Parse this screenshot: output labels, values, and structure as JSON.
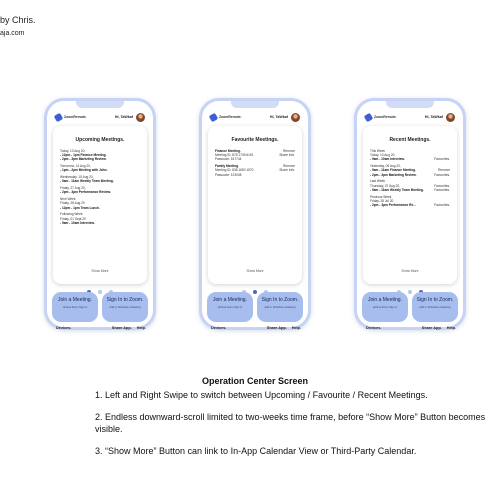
{
  "credit": "by Chris.",
  "credit_sub": "aja.com",
  "phones": [
    {
      "logo": "ZoomRemote.",
      "user": "Hi, TaWkaf",
      "title": "Upcoming Meetings.",
      "rows": [
        {
          "left": "Today, 13 Aug 20,",
          "right": "",
          "bold": false
        },
        {
          "left": "- 12pm - 1pm Finance Meeting.",
          "right": "",
          "bold": true
        },
        {
          "left": "- 2pm - 3pm  Marketing Review.",
          "right": "",
          "bold": true
        },
        {
          "left": "",
          "right": "",
          "bold": false
        },
        {
          "left": "Tomorrow, 14 Aug 20,",
          "right": "",
          "bold": false
        },
        {
          "left": "- 1pm - 2pm Meeting with John.",
          "right": "",
          "bold": true
        },
        {
          "left": "",
          "right": "",
          "bold": false
        },
        {
          "left": "Wednesday, 15 Aug 20,",
          "right": "",
          "bold": false
        },
        {
          "left": "- 9am - 11am  Weekly Team Meeting.",
          "right": "",
          "bold": true
        },
        {
          "left": "",
          "right": "",
          "bold": false
        },
        {
          "left": "Friday, 27 Aug 20,",
          "right": "",
          "bold": false
        },
        {
          "left": "- 2pm - 3pm  Performance Review.",
          "right": "",
          "bold": true
        },
        {
          "left": "",
          "right": "",
          "bold": false
        },
        {
          "left": "Next Week",
          "right": "",
          "bold": false
        },
        {
          "left": "Friday, 28 Aug 20",
          "right": "",
          "bold": false
        },
        {
          "left": "- 12pm - 1pm Team Lunch.",
          "right": "",
          "bold": true
        },
        {
          "left": "",
          "right": "",
          "bold": false
        },
        {
          "left": "Following Week",
          "right": "",
          "bold": false
        },
        {
          "left": "Friday, 01 Sept 20",
          "right": "",
          "bold": false
        },
        {
          "left": "- 9am - 10am Interview.",
          "right": "",
          "bold": true
        }
      ],
      "show_more": "Show More",
      "active_dot": 0
    },
    {
      "logo": "ZoomRemote.",
      "user": "Hi, TaWkaf",
      "title": "Favourite Meetings.",
      "rows": [
        {
          "left": "Finance Meeting.",
          "right": "Remove",
          "bold": true
        },
        {
          "left": "Meeting ID: 878 1749 6191",
          "right": "Share Info.",
          "bold": false
        },
        {
          "left": "Passcode: 167744",
          "right": "",
          "bold": false
        },
        {
          "left": "",
          "right": "",
          "bold": false
        },
        {
          "left": "Family Meeting.",
          "right": "Remove",
          "bold": true
        },
        {
          "left": "Meeting ID: 838 1650 1570",
          "right": "Share Info.",
          "bold": false
        },
        {
          "left": "Passcode: 123008",
          "right": "",
          "bold": false
        }
      ],
      "show_more": "Show More",
      "active_dot": 1
    },
    {
      "logo": "ZoomRemote.",
      "user": "Hi, TaWkaf",
      "title": "Recent Meetings.",
      "rows": [
        {
          "left": "This Week",
          "right": "",
          "bold": false
        },
        {
          "left": "Today, 13 Aug 20,",
          "right": "",
          "bold": false
        },
        {
          "left": "- 9am - 10am Interview.",
          "right": "Favourites.",
          "bold": true
        },
        {
          "left": "",
          "right": "",
          "bold": false
        },
        {
          "left": "Yesterday, 09 Aug 20,",
          "right": "",
          "bold": false
        },
        {
          "left": "- 9am - 11am Finance Meeting.",
          "right": "Remove",
          "bold": true
        },
        {
          "left": "- 2pm - 3pm  Marketing Review.",
          "right": "Favourites.",
          "bold": true
        },
        {
          "left": "",
          "right": "",
          "bold": false
        },
        {
          "left": "Last Week",
          "right": "",
          "bold": false
        },
        {
          "left": "Thursday, 07 Aug 20,",
          "right": "Favourites.",
          "bold": false
        },
        {
          "left": "- 9am - 11am  Weekly Team Meeting.",
          "right": "Favourites.",
          "bold": true
        },
        {
          "left": "",
          "right": "",
          "bold": false
        },
        {
          "left": "Previous Week",
          "right": "",
          "bold": false
        },
        {
          "left": "Friday, 28 Jul 20",
          "right": "",
          "bold": false
        },
        {
          "left": "- 2pm - 3pm  Performance Re...",
          "right": "Favourites.",
          "bold": true
        }
      ],
      "show_more": "Show More",
      "active_dot": 2
    }
  ],
  "actions": {
    "join_title": "Join a Meeting.",
    "join_sub": "without Zoom Sign In",
    "signin_title": "Sign In to Zoom.",
    "signin_sub": "Add or Schedule a Meeting"
  },
  "bottombar": {
    "devices": "Devices.",
    "share": "Share App.",
    "help": "Help."
  },
  "description": {
    "title": "Operation Center Screen",
    "p1": "1. Left and Right Swipe to switch between Upcoming / Favourite / Recent Meetings.",
    "p2": "2. Endless downward-scroll limited to two-weeks time frame, before “Show More” Button becomes visible.",
    "p3": "3. “Show More” Button can link to In-App Calendar View or Third-Party Calendar."
  }
}
